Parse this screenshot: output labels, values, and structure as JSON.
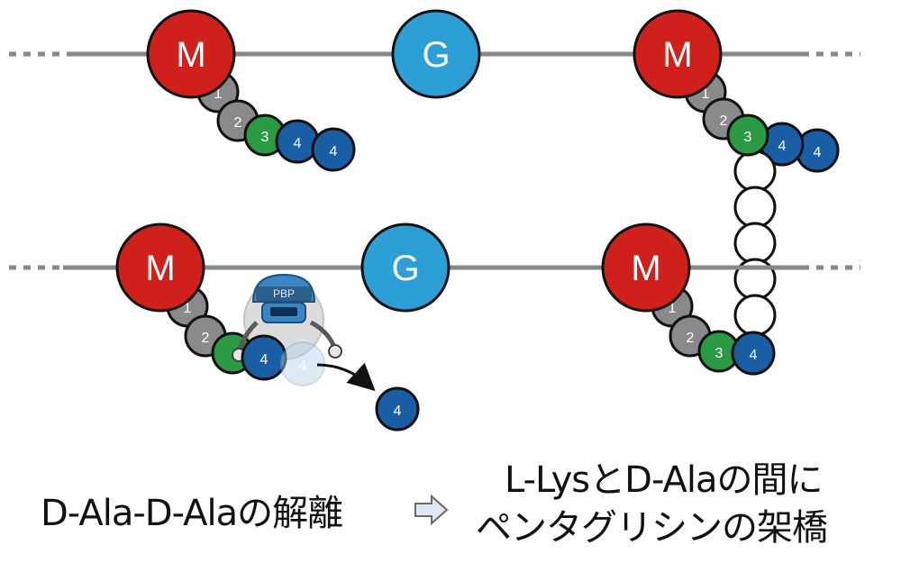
{
  "nodes": {
    "murnac": "M",
    "glcnac": "G",
    "aa1": "1",
    "aa2": "2",
    "aa3": "3",
    "aa4": "4",
    "pbp": "PBP"
  },
  "captions": {
    "left": "D-Ala-D-Alaの解離",
    "right_line1": "L-LysとD-Alaの間に",
    "right_line2": "ペンタグリシンの架橋"
  },
  "colors": {
    "murnac": "#d0201b",
    "glcnac": "#2b9fd6",
    "aa_gray": "#8a8a8a",
    "aa_green": "#2a9a45",
    "aa_blue": "#1a5fa6",
    "backbone": "#888888",
    "pbp": "#3a86c2"
  }
}
